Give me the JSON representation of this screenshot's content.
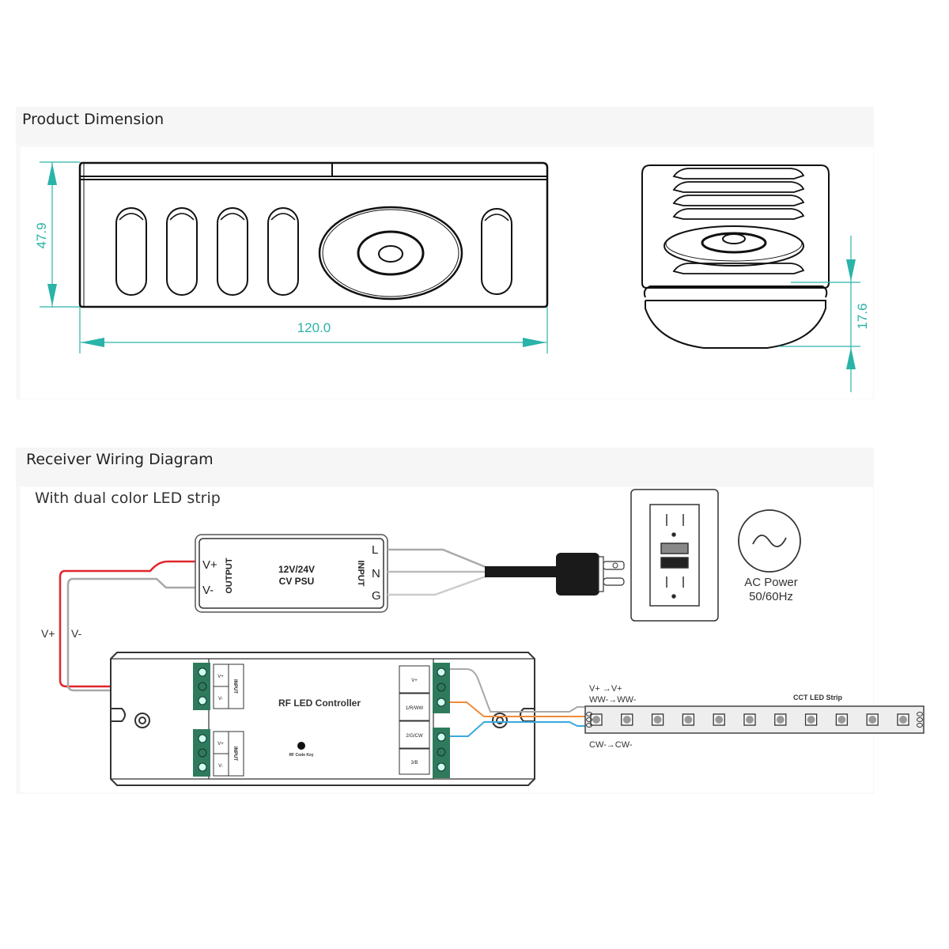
{
  "sections": {
    "dimension": {
      "title": "Product Dimension",
      "front_view": {
        "height_mm": "47.9",
        "width_mm": "120.0"
      },
      "side_view": {
        "depth_mm": "17.6"
      }
    },
    "wiring": {
      "title": "Receiver Wiring Diagram",
      "subtitle": "With dual color LED strip",
      "psu": {
        "label_line1": "12V/24V",
        "label_line2": "CV PSU",
        "output_label": "OUTPUT",
        "input_label": "INPUT",
        "out_vplus": "V+",
        "out_vminus": "V-",
        "in_l": "L",
        "in_n": "N",
        "in_g": "G"
      },
      "wire_labels": {
        "vplus": "V+",
        "vminus": "V-"
      },
      "controller": {
        "title": "RF LED Controller",
        "rf_key": "RF Code Key",
        "input_label": "INPUT",
        "in1_vplus": "V+",
        "in1_vminus": "V-",
        "in2_vplus": "V+",
        "in2_vminus": "V-",
        "out_terminals": [
          "V+",
          "1/R/WW",
          "2/G/CW",
          "3/B"
        ]
      },
      "ac_power": {
        "line1": "AC Power",
        "line2": "50/60Hz"
      },
      "strip": {
        "title": "CCT LED Strip",
        "vplus": "V+  →V+",
        "ww": "WW-→WW-",
        "cw": "CW-→CW-",
        "led_count": 11
      },
      "colors": {
        "red": "#e0262b",
        "gray": "#a8a8a8",
        "orange": "#f08a3a",
        "blue": "#3aa9de",
        "teal": "#2ab3a8",
        "terminal": "#2f7a5c"
      }
    }
  }
}
